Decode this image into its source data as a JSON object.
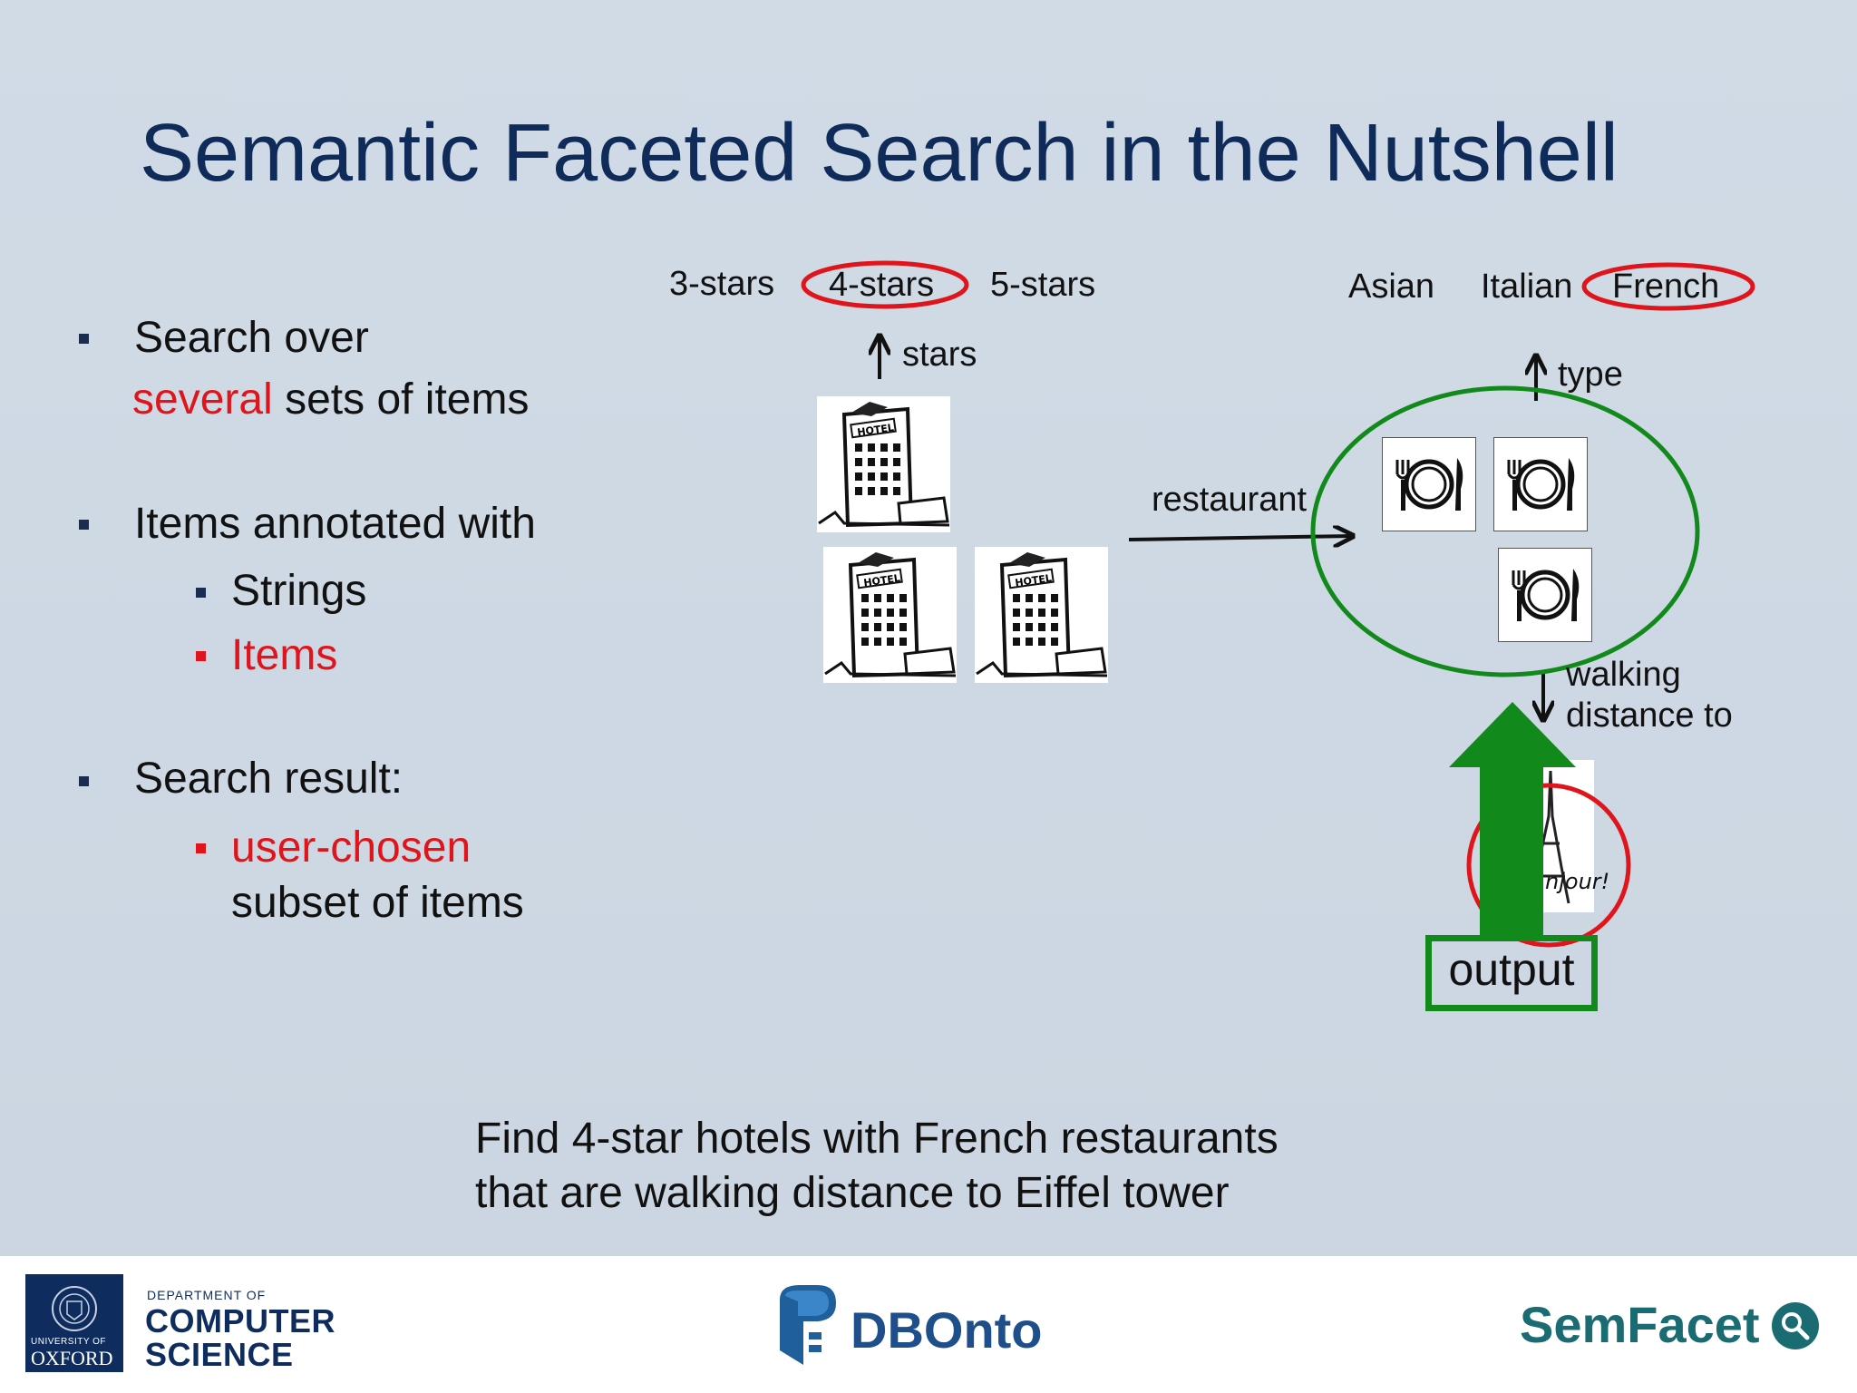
{
  "slide": {
    "title": "Semantic Faceted Search in the Nutshell",
    "bullets": [
      {
        "line1": "Search over",
        "line2_red": "several",
        "line2_rest": " sets of items"
      },
      {
        "text": "Items annotated with",
        "sub": [
          "Strings",
          "Items"
        ]
      },
      {
        "text": "Search result:",
        "sub_red": "user-chosen",
        "sub_rest": "subset of items"
      }
    ]
  },
  "diagram": {
    "star_facets": [
      "3-stars",
      "4-stars",
      "5-stars"
    ],
    "stars_label": "stars",
    "type_facets": [
      "Asian",
      "Italian",
      "French"
    ],
    "type_label": "type",
    "restaurant_label": "restaurant",
    "walking_label_line1": "walking",
    "walking_label_line2": "distance to",
    "hotel_sign": "HOTEL",
    "bonjour_text": "njour!",
    "output_label": "output",
    "colors": {
      "red": "#e0141b",
      "green": "#11891b",
      "navy": "#0f2b59"
    }
  },
  "query": {
    "line1": "Find 4-star hotels with French restaurants",
    "line2": "that are walking distance to Eiffel tower"
  },
  "footer": {
    "oxford_top": "UNIVERSITY OF",
    "oxford_name": "OXFORD",
    "dept_small": "DEPARTMENT OF",
    "dept_line1": "COMPUTER",
    "dept_line2": "SCIENCE",
    "dbonto": "DBOnto",
    "semfacet": "SemFacet",
    "icons": [
      "oxford-crest-icon",
      "dbonto-logo-icon",
      "magnifier-icon"
    ]
  }
}
